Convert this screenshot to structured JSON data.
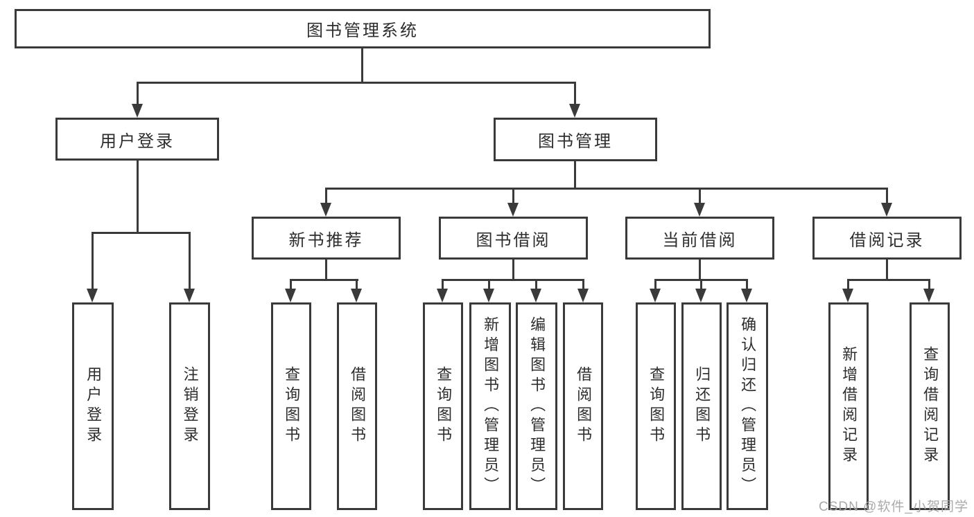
{
  "tree": {
    "root": "图书管理系统",
    "userLogin": {
      "label": "用户登录",
      "children": [
        "用户登录",
        "注销登录"
      ]
    },
    "bookMgmt": {
      "label": "图书管理",
      "groups": [
        {
          "label": "新书推荐",
          "children": [
            "查询图书",
            "借阅图书"
          ]
        },
        {
          "label": "图书借阅",
          "children": [
            "查询图书",
            "新增图书（管理员）",
            "编辑图书（管理员）",
            "借阅图书"
          ]
        },
        {
          "label": "当前借阅",
          "children": [
            "查询图书",
            "归还图书",
            "确认归还（管理员）"
          ]
        },
        {
          "label": "借阅记录",
          "children": [
            "新增借阅记录",
            "查询借阅记录"
          ]
        }
      ]
    }
  },
  "watermark": "CSDN @软件_小贺同学",
  "colors": {
    "line": "#3a3a3a",
    "text": "#2d2d2d",
    "watermark": "#a5a5a5",
    "background": "#ffffff"
  }
}
